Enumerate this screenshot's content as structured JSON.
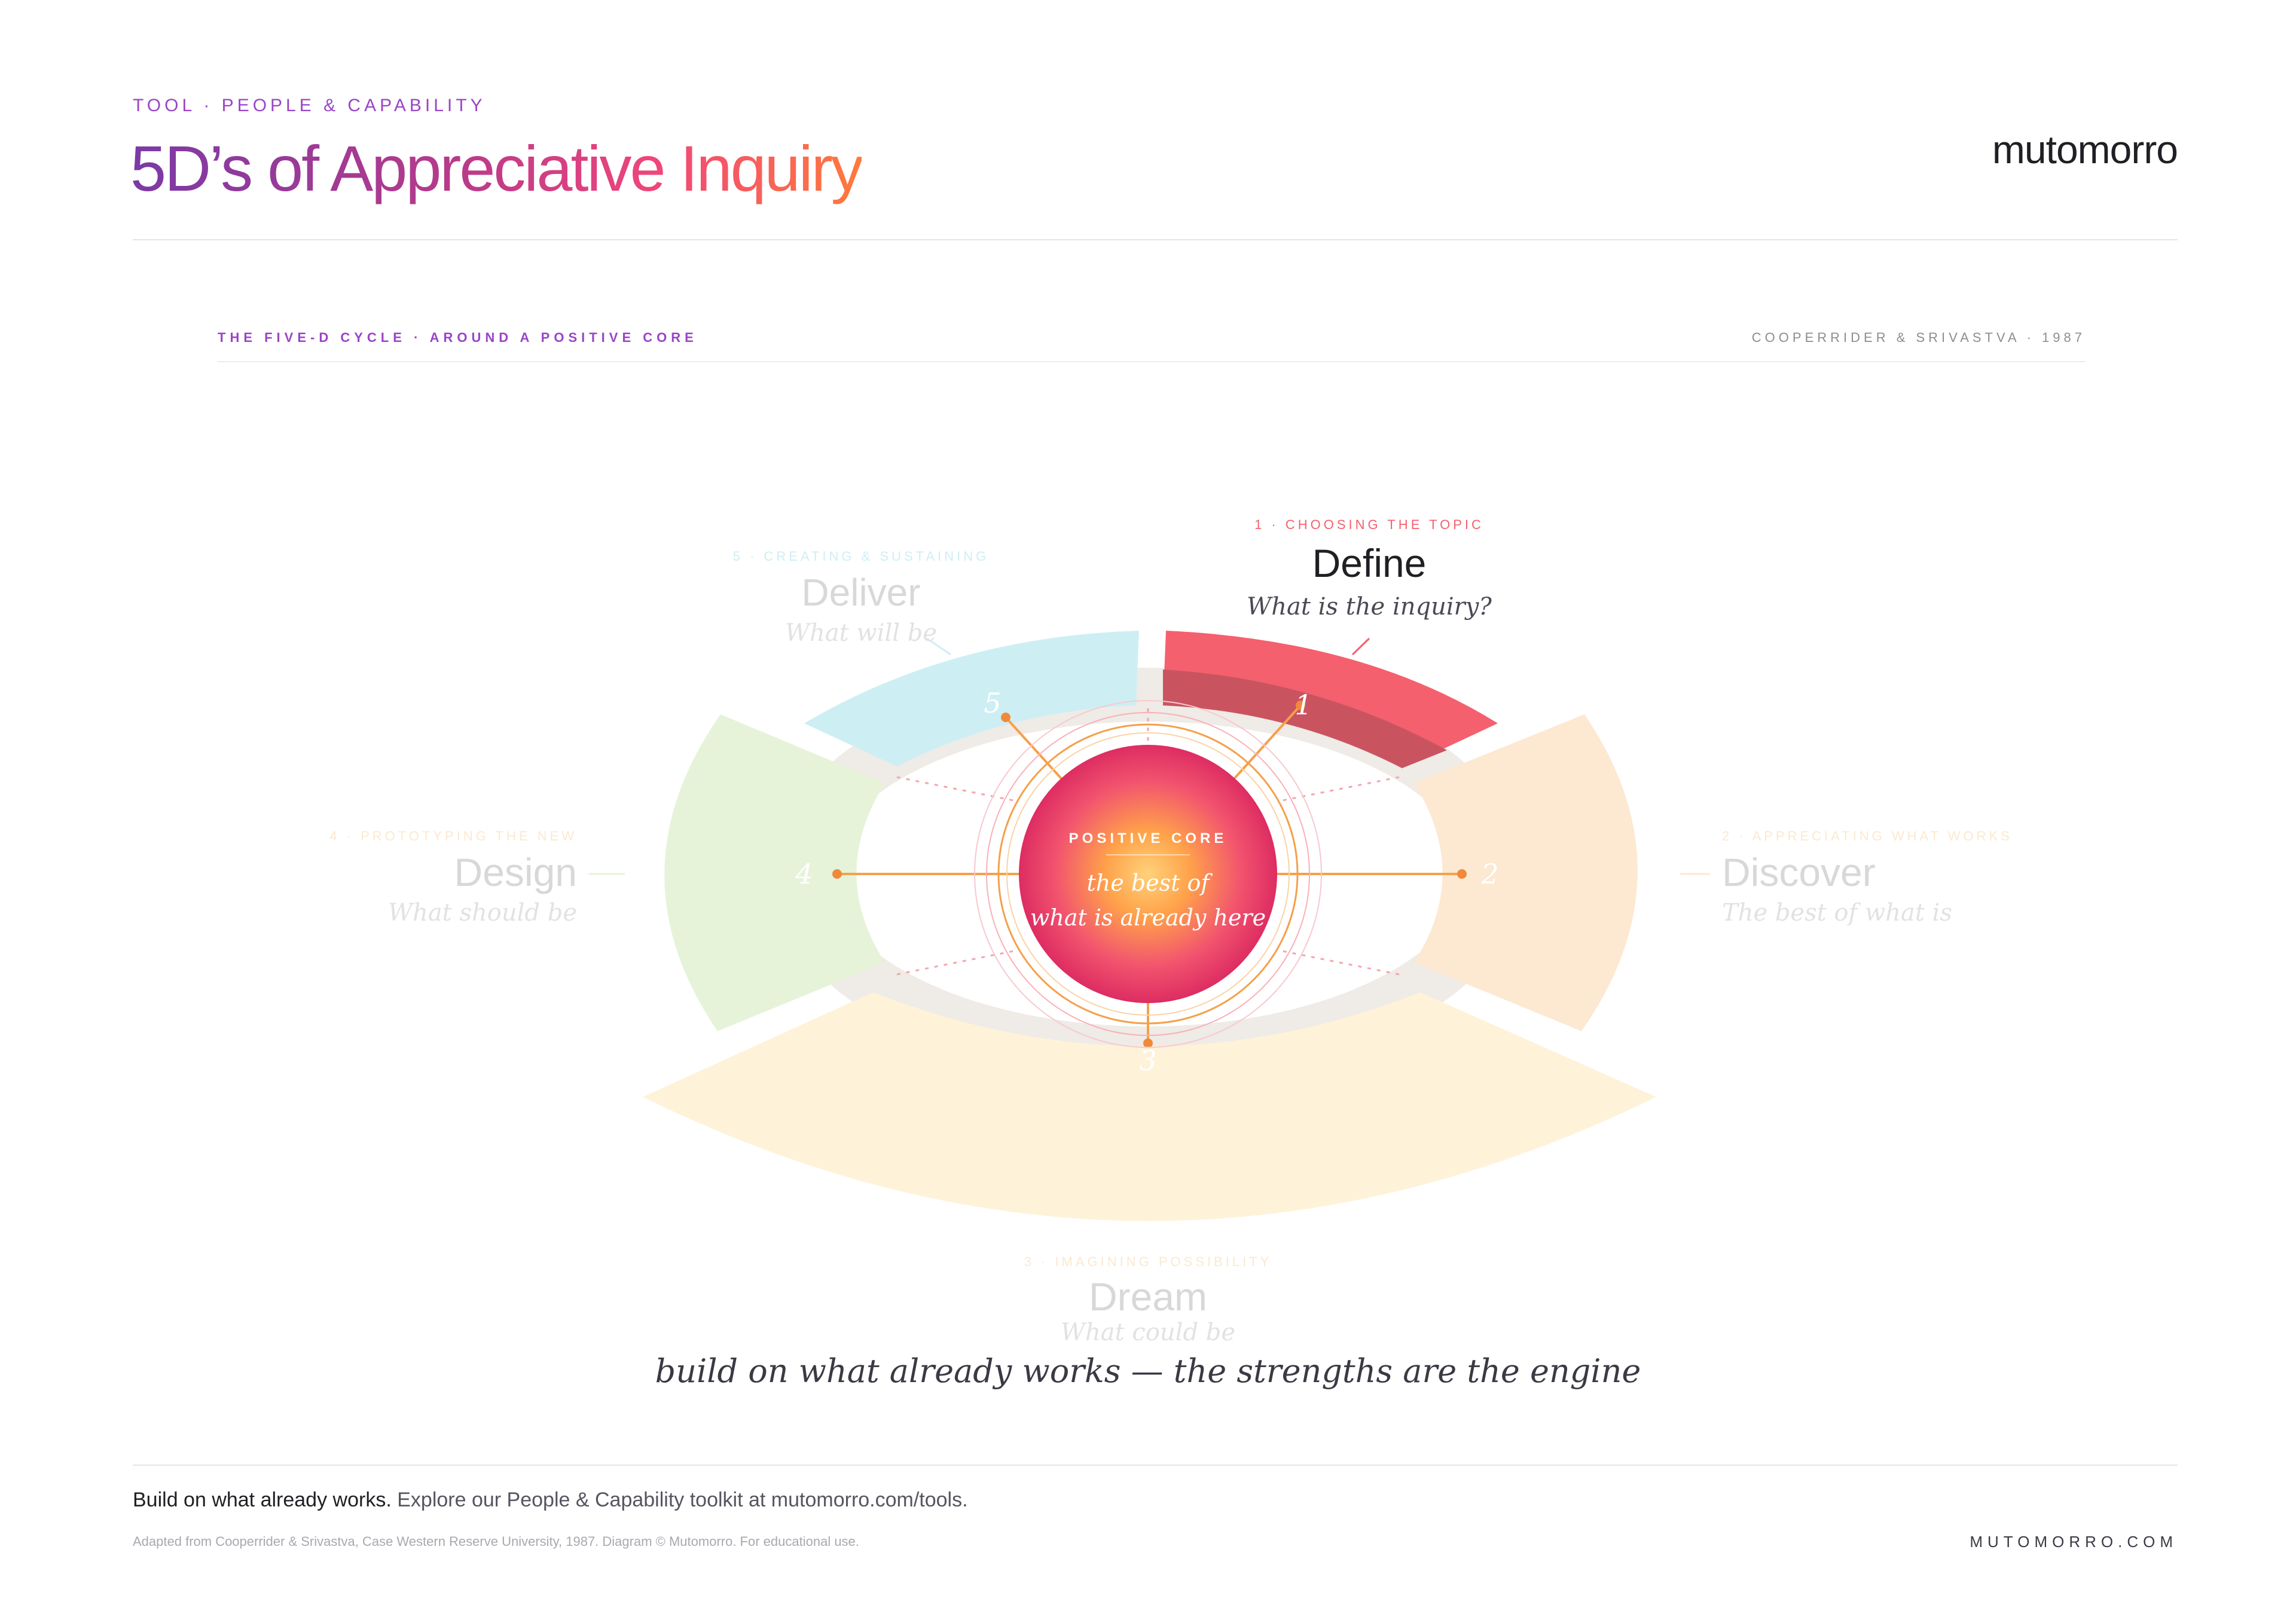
{
  "header": {
    "eyebrow": "TOOL · PEOPLE & CAPABILITY",
    "title": "5D’s of Appreciative Inquiry",
    "brand": "mutomorro"
  },
  "subheader": {
    "left": "THE FIVE-D CYCLE · AROUND A POSITIVE CORE",
    "right": "COOPERRIDER & SRIVASTVA · 1987"
  },
  "core": {
    "label": "POSITIVE CORE",
    "line1": "the best of",
    "line2": "what is already here"
  },
  "stages": [
    {
      "number": "1",
      "kicker": "1 · CHOOSING THE TOPIC",
      "name": "Define",
      "question": "What is the inquiry?",
      "color": "#f4606e",
      "active": true
    },
    {
      "number": "2",
      "kicker": "2 · APPRECIATING WHAT WORKS",
      "name": "Discover",
      "question": "The best of what is",
      "color": "#fde8d2",
      "active": false
    },
    {
      "number": "3",
      "kicker": "3 · IMAGINING POSSIBILITY",
      "name": "Dream",
      "question": "What could be",
      "color": "#fef2d9",
      "active": false
    },
    {
      "number": "4",
      "kicker": "4 · PROTOTYPING THE NEW",
      "name": "Design",
      "question": "What should be",
      "color": "#e6f3d9",
      "active": false
    },
    {
      "number": "5",
      "kicker": "5 · CREATING & SUSTAINING",
      "name": "Deliver",
      "question": "What will be",
      "color": "#cdeff4",
      "active": false
    }
  ],
  "tagline": "build on what already works — the strengths are the engine",
  "footer": {
    "lead": "Build on what already works.",
    "body": "Explore our People & Capability toolkit at mutomorro.com/tools.",
    "fine": "Adapted from Cooperrider & Srivastva, Case Western Reserve University, 1987. Diagram © Mutomorro. For educational use.",
    "site": "MUTOMORRO.COM"
  }
}
